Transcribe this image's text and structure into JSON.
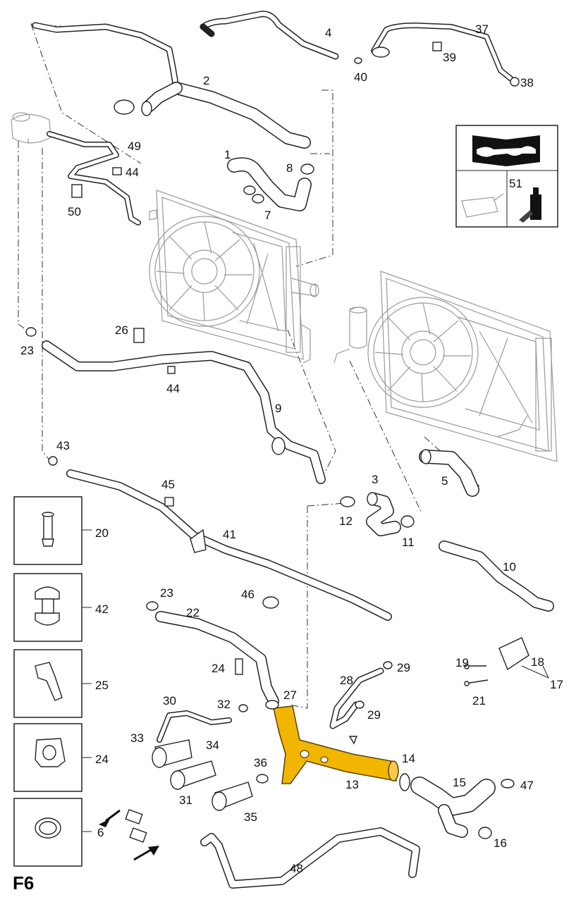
{
  "sheet_label": "F6",
  "part_labels": [
    "1",
    "2",
    "3",
    "4",
    "5",
    "6",
    "7",
    "8",
    "9",
    "10",
    "11",
    "12",
    "13",
    "14",
    "15",
    "16",
    "17",
    "18",
    "19",
    "20",
    "21",
    "22",
    "23",
    "23",
    "24",
    "24",
    "25",
    "26",
    "27",
    "28",
    "29",
    "29",
    "30",
    "31",
    "32",
    "33",
    "34",
    "35",
    "36",
    "37",
    "38",
    "39",
    "40",
    "41",
    "42",
    "43",
    "44",
    "44",
    "45",
    "46",
    "47",
    "48",
    "49",
    "50",
    "51"
  ],
  "legend_boxes": [
    "20",
    "42",
    "25",
    "24",
    "6"
  ],
  "icons": [
    "workshop-manual-icon",
    "oil-can-icon",
    "grease-tube-icon",
    "radiator-fan-assembly",
    "highlighted-coolant-pipe"
  ],
  "colors": {
    "highlight": "#f2b600",
    "line": "#222222",
    "background_parts": "#9a9a9a"
  }
}
